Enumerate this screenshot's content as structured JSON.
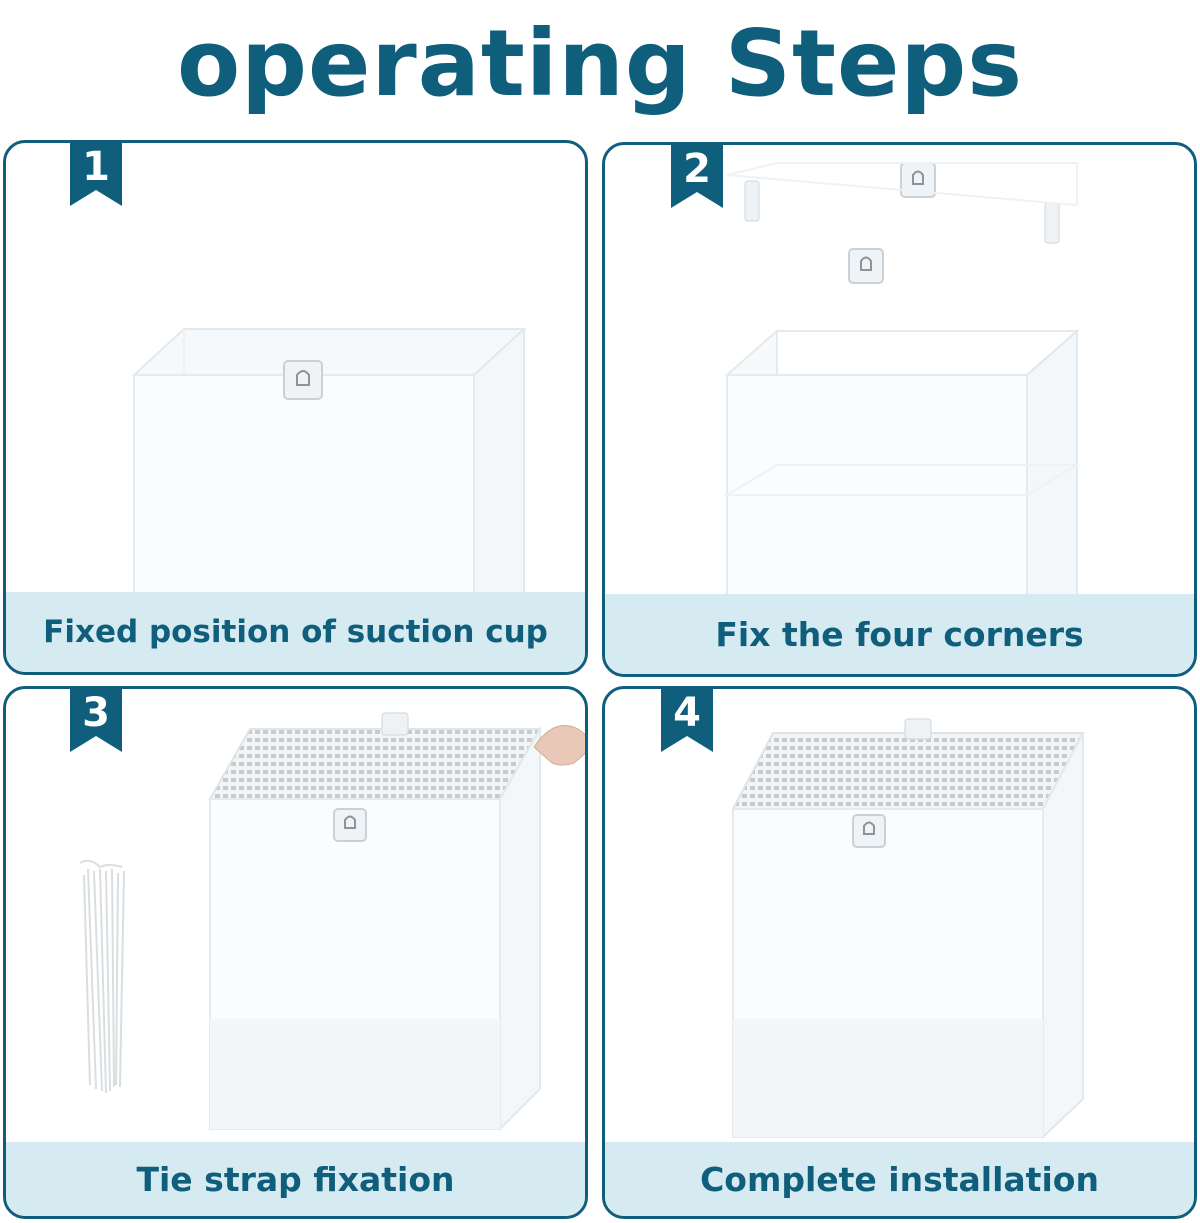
{
  "header": {
    "title": "operating Steps"
  },
  "colors": {
    "brand": "#0f5e7c",
    "caption_bg": "#d6eaf1"
  },
  "steps": [
    {
      "number": "1",
      "caption": "Fixed position of suction cup"
    },
    {
      "number": "2",
      "caption": "Fix the four corners"
    },
    {
      "number": "3",
      "caption": "Tie strap fixation"
    },
    {
      "number": "4",
      "caption": "Complete installation"
    }
  ]
}
